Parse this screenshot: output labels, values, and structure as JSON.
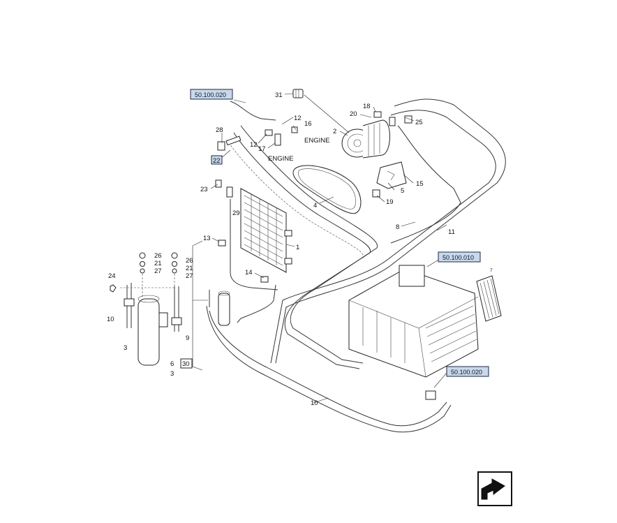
{
  "references": {
    "ref_top_left": "50.100.020",
    "ref_right_upper": "50.100.010",
    "ref_right_lower": "50.100.020"
  },
  "callouts": {
    "c31": "31",
    "c12a": "12",
    "c16": "16",
    "c2": "2",
    "c20": "20",
    "c18": "18",
    "c25": "25",
    "c28": "28",
    "c12b": "12",
    "c17": "17",
    "c22": "22",
    "c23": "23",
    "c29": "29",
    "c4": "4",
    "c5": "5",
    "c15": "15",
    "c19": "19",
    "c8": "8",
    "c11": "11",
    "c1": "1",
    "c13": "13",
    "c14": "14",
    "c26a": "26",
    "c21a": "21",
    "c27a": "27",
    "c26b": "26",
    "c21b": "21",
    "c27b": "27",
    "c24": "24",
    "c10a": "10",
    "c9": "9",
    "c3a": "3",
    "c6": "6",
    "c3b": "3",
    "c30": "30",
    "c10b": "10",
    "c7": "7"
  },
  "text_labels": {
    "engine_a": "ENGINE",
    "engine_b": "ENGINE"
  },
  "icons": {
    "navigation": "arrow-next-page-icon"
  },
  "colors": {
    "reference_box_fill": "#c9d8ea",
    "line": "#333333"
  }
}
